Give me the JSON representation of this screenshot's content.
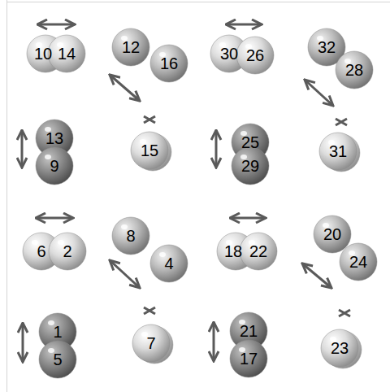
{
  "diagram": {
    "nodes": [
      {
        "text": [
          "10"
        ]
      },
      {
        "text": [
          "14"
        ]
      },
      {
        "text": [
          "12"
        ]
      },
      {
        "text": [
          "16"
        ]
      },
      {
        "text": [
          "30"
        ]
      },
      {
        "text": [
          "26"
        ]
      },
      {
        "text": [
          "32"
        ]
      },
      {
        "text": [
          "28"
        ]
      },
      {
        "text": [
          "13"
        ]
      },
      {
        "text": [
          "9"
        ]
      },
      {
        "text": [
          "15"
        ]
      },
      {
        "text": [
          "25"
        ]
      },
      {
        "text": [
          "29"
        ]
      },
      {
        "text": [
          "31"
        ]
      },
      {
        "text": [
          "6"
        ]
      },
      {
        "text": [
          "2"
        ]
      },
      {
        "text": [
          "8"
        ]
      },
      {
        "text": [
          "4"
        ]
      },
      {
        "text": [
          "18"
        ]
      },
      {
        "text": [
          "22"
        ]
      },
      {
        "text": [
          "20"
        ]
      },
      {
        "text": [
          "24"
        ]
      },
      {
        "text": [
          "1"
        ]
      },
      {
        "text": [
          "5"
        ]
      },
      {
        "text": [
          "7"
        ]
      },
      {
        "text": [
          "21"
        ]
      },
      {
        "text": [
          "17"
        ]
      },
      {
        "text": [
          "23"
        ]
      }
    ]
  }
}
